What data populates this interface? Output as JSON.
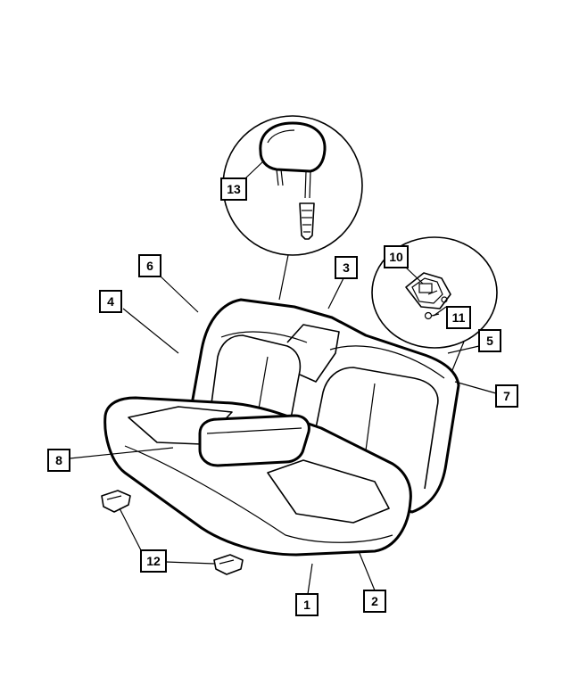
{
  "diagram": {
    "callouts": [
      {
        "id": "c1",
        "label": "1"
      },
      {
        "id": "c2",
        "label": "2"
      },
      {
        "id": "c3",
        "label": "3"
      },
      {
        "id": "c4",
        "label": "4"
      },
      {
        "id": "c5",
        "label": "5"
      },
      {
        "id": "c6",
        "label": "6"
      },
      {
        "id": "c7",
        "label": "7"
      },
      {
        "id": "c8",
        "label": "8"
      },
      {
        "id": "c10",
        "label": "10"
      },
      {
        "id": "c11",
        "label": "11"
      },
      {
        "id": "c12",
        "label": "12"
      },
      {
        "id": "c13",
        "label": "13"
      }
    ],
    "colors": {
      "line": "#000000",
      "background": "#ffffff"
    }
  }
}
